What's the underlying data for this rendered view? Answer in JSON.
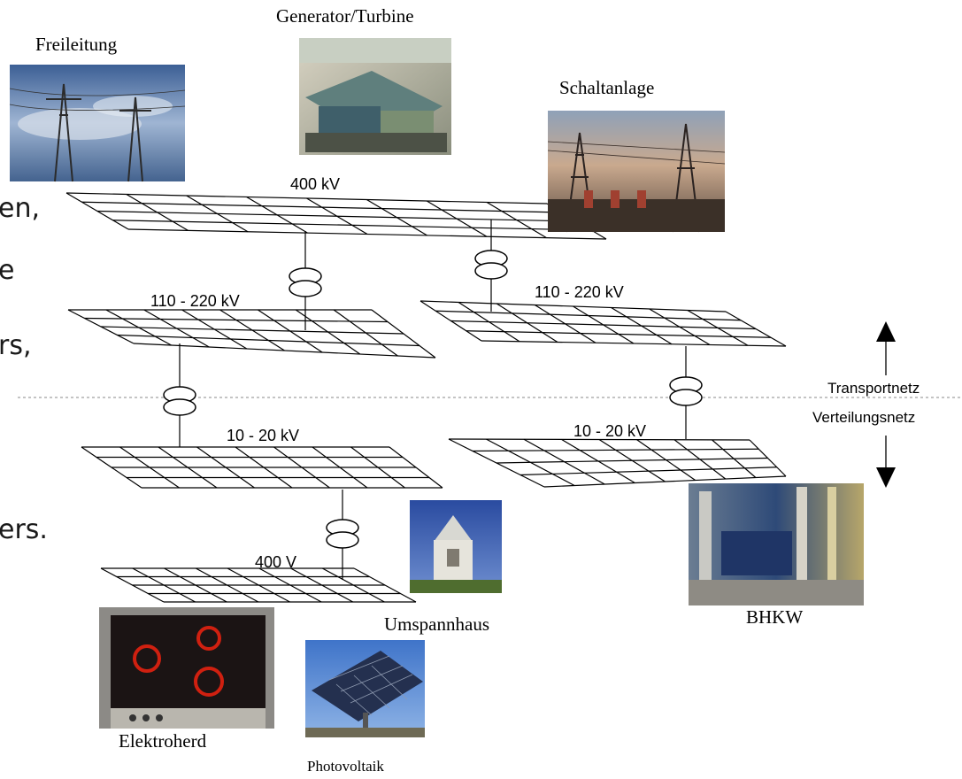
{
  "clipped_text": [
    "en,",
    "e",
    "rs,",
    "ers."
  ],
  "photos": {
    "freileitung": {
      "caption": "Freileitung",
      "icon": "overhead-line-photo"
    },
    "generator": {
      "caption": "Generator/Turbine",
      "icon": "generator-turbine-photo"
    },
    "schaltanlage": {
      "caption": "Schaltanlage",
      "icon": "switchgear-photo"
    },
    "umspannhaus": {
      "caption": "Umspannhaus",
      "icon": "substation-building-photo"
    },
    "bhkw": {
      "caption": "BHKW",
      "icon": "chp-plant-photo"
    },
    "elektroherd": {
      "caption": "Elektroherd",
      "icon": "electric-stove-photo"
    },
    "photovoltaik": {
      "caption": "Photovoltaik",
      "icon": "solar-panel-photo"
    }
  },
  "voltage_levels": {
    "v400kv": "400 kV",
    "v110_left": "110 - 220 kV",
    "v110_right": "110 - 220 kV",
    "v10_left": "10 - 20 kV",
    "v10_right": "10 - 20 kV",
    "v400v": "400 V"
  },
  "zones": {
    "upper": "Transportnetz",
    "lower": "Verteilungsnetz"
  },
  "colors": {
    "line": "#000000",
    "divider": "#888888",
    "sky": "#6f8fb7",
    "stove_burner": "#d02010"
  }
}
